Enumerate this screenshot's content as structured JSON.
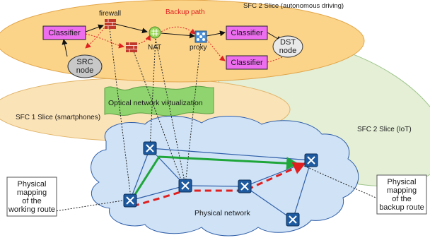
{
  "slices": {
    "sfc2_auto": "SFC 2 Slice (autonomous driving)",
    "sfc1": "SFC 1 Slice (smartphones)",
    "sfc2_iot": "SFC 2 Slice (IoT)"
  },
  "vnf_labels": {
    "firewall": "firewall",
    "nat": "NAT",
    "proxy": "proxy",
    "backup_path": "Backup path"
  },
  "nodes": {
    "classifier": "Classifier",
    "src_line1": "SRC",
    "src_line2": "node",
    "dst_line1": "DST",
    "dst_line2": "node"
  },
  "virtualization": "Optical network virtualization",
  "physical_network": "Physical network",
  "working_mapping": [
    "Physical",
    "mapping",
    "of the",
    "working route"
  ],
  "backup_mapping": [
    "Physical",
    "mapping",
    "of the",
    "backup route"
  ],
  "colors": {
    "sfc2_auto_fill": "#fbd48a",
    "sfc1_fill": "#fbe3b8",
    "iot_fill": "#e4efd6",
    "classifier_fill": "#ee6ef0",
    "virtualization_fill": "#8fd46e",
    "cloud_fill": "#cfe2f6",
    "working_route": "#1fa63a",
    "backup_route": "#e02020"
  }
}
